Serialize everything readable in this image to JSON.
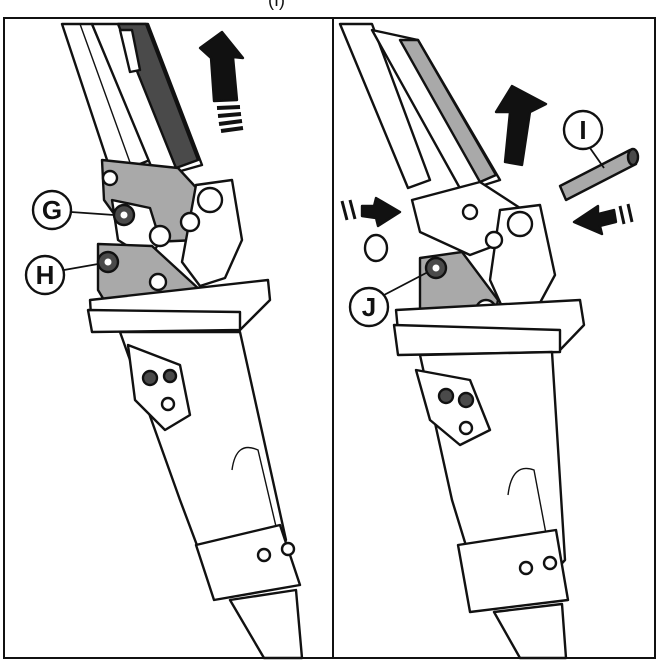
{
  "header": {
    "text": "(I)"
  },
  "panels": [
    {
      "callouts": [
        {
          "label": "G"
        },
        {
          "label": "H"
        }
      ]
    },
    {
      "callouts": [
        {
          "label": "I"
        },
        {
          "label": "J"
        }
      ]
    }
  ],
  "colors": {
    "outline": "#111111",
    "fill_light": "#ffffff",
    "fill_grey": "#a9a9a9",
    "fill_dark": "#4a4a4a"
  }
}
